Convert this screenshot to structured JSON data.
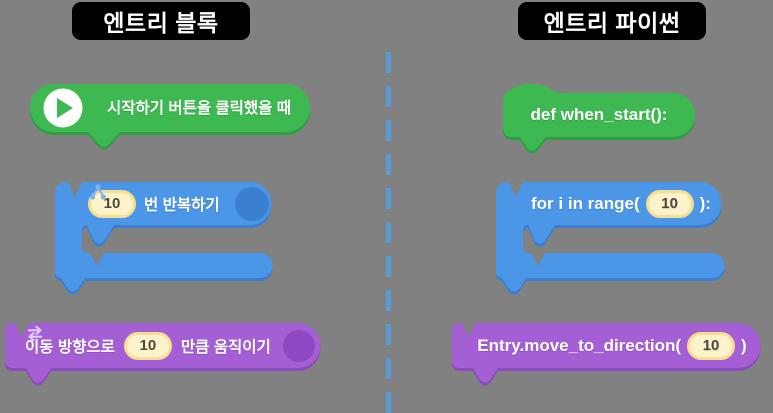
{
  "headers": {
    "left": "엔트리 블록",
    "right": "엔트리 파이썬"
  },
  "left_blocks": {
    "start": {
      "label": "시작하기 버튼을 클릭했을 때",
      "icon": "play-icon"
    },
    "repeat": {
      "value": "10",
      "label": "번 반복하기",
      "icon": "loop-icon"
    },
    "move": {
      "label_before": "이동 방향으로",
      "value": "10",
      "label_after": "만큼 움직이기",
      "icon": "swap-arrows-icon"
    }
  },
  "right_blocks": {
    "def": {
      "code": "def when_start():"
    },
    "for": {
      "code_before": "for i in range(",
      "value": "10",
      "code_after": "):"
    },
    "move": {
      "code_before": "Entry.move_to_direction(",
      "value": "10",
      "code_after": ")"
    }
  },
  "colors": {
    "bg": "#818181",
    "header-bg": "#000000",
    "divider": "#5B9BD5",
    "green-main": "#3EB951",
    "green-dark": "#2E9E41",
    "blue-main": "#4C96E8",
    "blue-dark": "#3A7ED2",
    "blue-icon-bg": "#3B7FD0",
    "blue-icon-glyph": "#7FB3F0",
    "purple-main": "#A55FD5",
    "purple-dark": "#8F49C0",
    "purple-icon-bg": "#8E48C4",
    "purple-icon-glyph": "#E3CBF7",
    "pill-bg": "#FDF3CA",
    "pill-border": "#F6DF94",
    "pill-text": "#4A4A3F",
    "text": "#FFFFFF"
  }
}
